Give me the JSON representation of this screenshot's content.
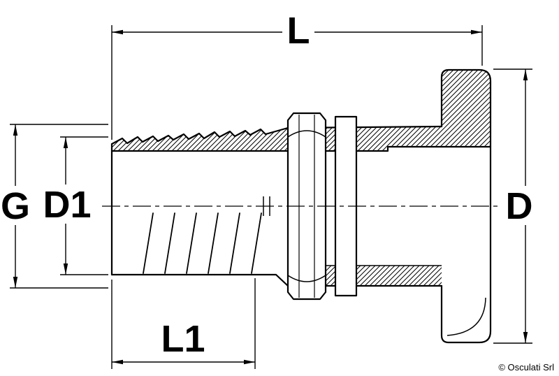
{
  "colors": {
    "background": "#ffffff",
    "line": "#000000"
  },
  "labels": {
    "L": "L",
    "G": "G",
    "D1": "D1",
    "D": "D",
    "L1": "L1"
  },
  "footer": {
    "copyright": "© Osculati Srl"
  }
}
